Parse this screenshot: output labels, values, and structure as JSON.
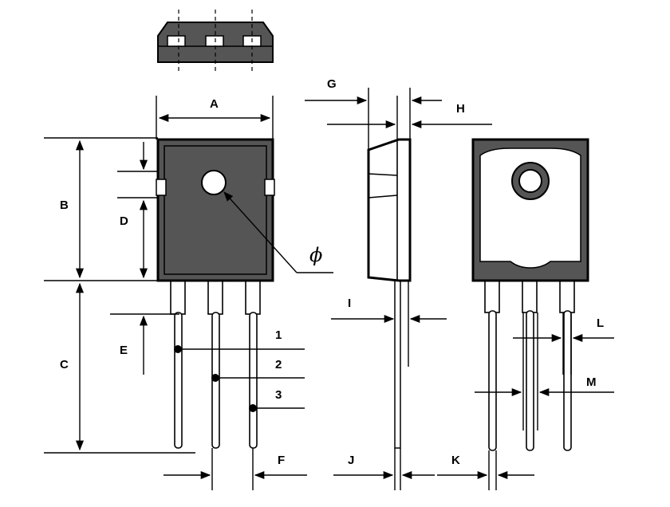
{
  "diagram": {
    "dimension_labels": {
      "A": "A",
      "B": "B",
      "C": "C",
      "D": "D",
      "E": "E",
      "F": "F",
      "G": "G",
      "H": "H",
      "I": "I",
      "J": "J",
      "K": "K",
      "L": "L",
      "M": "M"
    },
    "hole_symbol": "ϕ",
    "pin_labels": [
      "1",
      "2",
      "3"
    ],
    "colors": {
      "body_fill": "#555555",
      "outline": "#000000",
      "background": "#ffffff"
    }
  }
}
